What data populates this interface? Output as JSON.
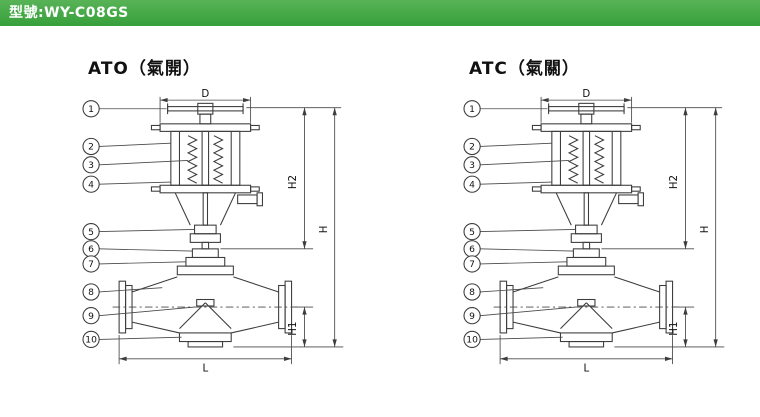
{
  "header": {
    "model_label": "型號:WY-C08GS",
    "bar_color": "#3fa83f"
  },
  "diagrams": [
    {
      "id": "ATO",
      "title": "ATO（氣開）",
      "callouts": [
        "1",
        "2",
        "3",
        "4",
        "5",
        "6",
        "7",
        "8",
        "9",
        "10"
      ],
      "dimensions": {
        "D": "D",
        "H2": "H2",
        "H": "H",
        "H1": "H1",
        "L": "L"
      }
    },
    {
      "id": "ATC",
      "title": "ATC（氣關）",
      "callouts": [
        "1",
        "2",
        "3",
        "4",
        "5",
        "6",
        "7",
        "8",
        "9",
        "10"
      ],
      "dimensions": {
        "D": "D",
        "H2": "H2",
        "H": "H",
        "H1": "H1",
        "L": "L"
      }
    }
  ]
}
